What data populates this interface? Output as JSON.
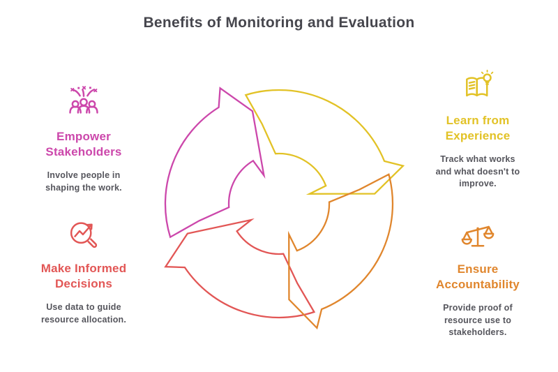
{
  "title": "Benefits of Monitoring and Evaluation",
  "title_color": "#46464d",
  "body_text_color": "#55555c",
  "sections": {
    "empower": {
      "heading": "Empower\nStakeholders",
      "body": "Involve people in\nshaping the work.",
      "color": "#cc47ab",
      "icon": "people-celebration-icon"
    },
    "learn": {
      "heading": "Learn from\nExperience",
      "body": "Track what works\nand what doesn't to\nimprove.",
      "color": "#e2c226",
      "icon": "book-lightbulb-icon"
    },
    "decisions": {
      "heading": "Make Informed\nDecisions",
      "body": "Use data to guide\nresource allocation.",
      "color": "#e25655",
      "icon": "magnifier-trend-icon"
    },
    "accountability": {
      "heading": "Ensure\nAccountability",
      "body": "Provide proof of\nresource use to\nstakeholders.",
      "color": "#e0862d",
      "icon": "scales-icon"
    }
  },
  "cycle": {
    "type": "cycle-diagram",
    "direction": "clockwise",
    "arrows": [
      {
        "name": "red-arrow",
        "color": "#e25655",
        "start_deg": 72,
        "end_deg": 146
      },
      {
        "name": "pink-arrow",
        "color": "#cc47ab",
        "start_deg": 163,
        "end_deg": 238
      },
      {
        "name": "yellow-arrow",
        "color": "#e2c226",
        "start_deg": 253,
        "end_deg": 338
      },
      {
        "name": "orange-arrow",
        "color": "#e0862d",
        "start_deg": 345,
        "end_deg": 428
      }
    ]
  }
}
